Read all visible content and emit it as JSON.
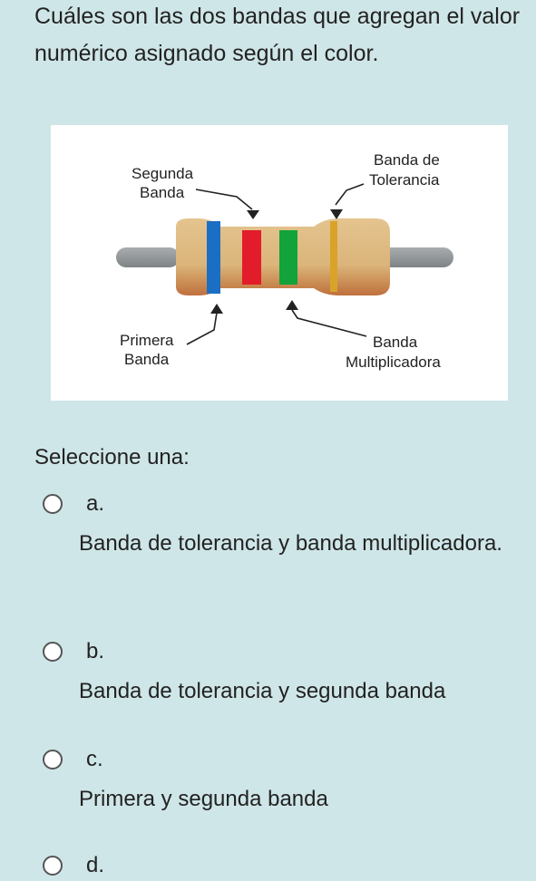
{
  "question": {
    "text": "Cuáles son las dos bandas que agregan el valor numérico asignado según el color."
  },
  "figure": {
    "labels": {
      "segunda_line1": "Segunda",
      "segunda_line2": "Banda",
      "tolerancia_line1": "Banda de",
      "tolerancia_line2": "Tolerancia",
      "primera_line1": "Primera",
      "primera_line2": "Banda",
      "multiplicadora_line1": "Banda",
      "multiplicadora_line2": "Multiplicadora"
    },
    "colors": {
      "body": "#dbb57a",
      "body_shadow": "#c0703e",
      "lead": "#8f9496",
      "band1": "#1a6fc4",
      "band2": "#e21c2a",
      "band3": "#12a33a",
      "band4": "#d9a32a"
    }
  },
  "select_label": "Seleccione una:",
  "options": [
    {
      "letter": "a.",
      "text": "Banda de tolerancia y banda multiplicadora."
    },
    {
      "letter": "b.",
      "text": "Banda de tolerancia y segunda banda"
    },
    {
      "letter": "c.",
      "text": "Primera y segunda banda"
    },
    {
      "letter": "d.",
      "text": ""
    }
  ]
}
